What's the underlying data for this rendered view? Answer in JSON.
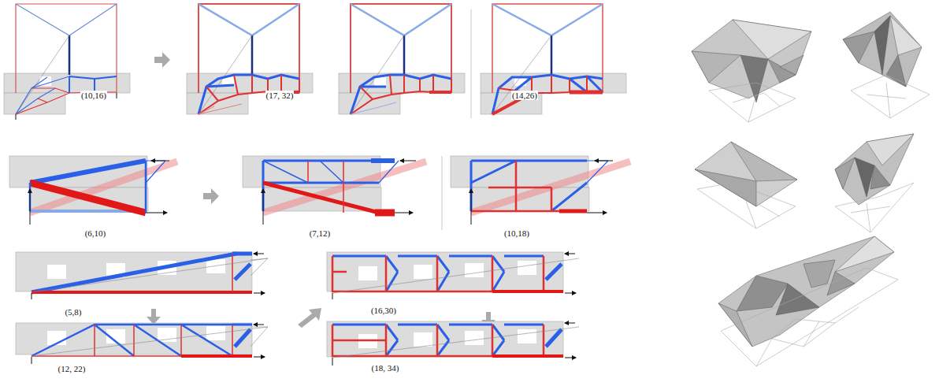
{
  "diagram": {
    "labels": [
      "(10,16)",
      "(17, 32)",
      "(14,26)",
      "(6,10)",
      "(7,12)",
      "(10,18)",
      "(5,8)",
      "(16,30)",
      "(12, 22)",
      "(18, 34)"
    ]
  }
}
